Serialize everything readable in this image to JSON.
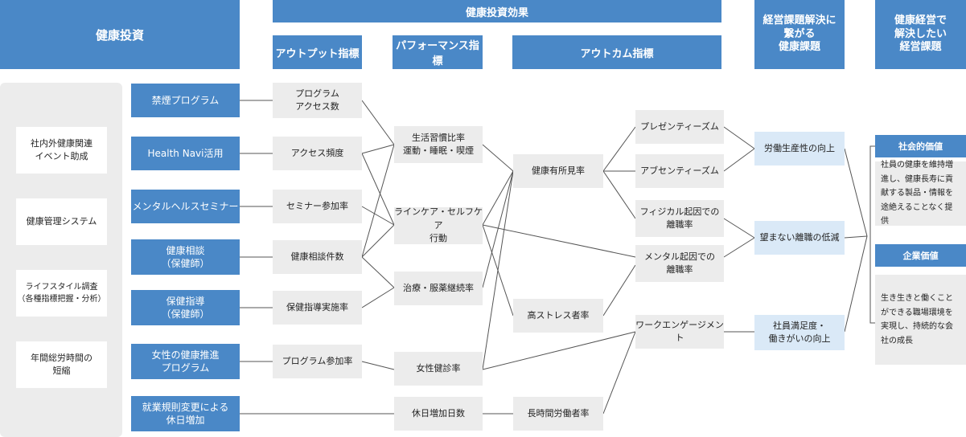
{
  "headers": {
    "investment": "健康投資",
    "effects": "健康投資効果",
    "output": "アウトプット指標",
    "performance": "パフォーマンス指標",
    "outcome": "アウトカム指標",
    "issues": "経営課題解決に\n繋がる\n健康課題",
    "management": "健康経営で\n解決したい\n経営課題"
  },
  "investment_items": [
    "社内外健康関連\nイベント助成",
    "健康管理システム",
    "ライフスタイル調査\n（各種指標把握・分析）",
    "年間総労時間の\n短縮"
  ],
  "programs": [
    "禁煙プログラム",
    "Health Navi活用",
    "メンタルヘルスセミナー",
    "健康相談\n（保健師）",
    "保健指導\n（保健師）",
    "女性の健康推進\nプログラム",
    "就業規則変更による\n休日増加"
  ],
  "output_indicators": [
    "プログラム\nアクセス数",
    "アクセス頻度",
    "セミナー参加率",
    "健康相談件数",
    "保健指導実施率",
    "プログラム参加率"
  ],
  "performance_indicators": [
    "生活習慣比率\n運動・睡眠・喫煙",
    "ラインケア・セルフケア\n行動",
    "治療・服薬継続率",
    "女性健診率",
    "休日増加日数"
  ],
  "outcome_mid": [
    "健康有所見率",
    "高ストレス者率",
    "長時間労働者率"
  ],
  "outcome_right": [
    "プレゼンティーズム",
    "アブセンティーズム",
    "フィジカル起因での\n離職率",
    "メンタル起因での\n離職率",
    "ワークエンゲージメント"
  ],
  "health_issues": [
    "労働生産性の向上",
    "望まない離職の低減",
    "社員満足度・\n働きがいの向上"
  ],
  "values": [
    {
      "title": "社会的価値",
      "description": "社員の健康を維持増進し、健康長寿に貢献する製品・情報を途絶えることなく提供"
    },
    {
      "title": "企業価値",
      "description": "生き生きと働くことができる職場環境を実現し、持続的な会社の成長"
    }
  ],
  "colors": {
    "header_blue": "#4a88c7",
    "box_grey": "#ececec",
    "box_lightblue": "#dae9f7"
  }
}
